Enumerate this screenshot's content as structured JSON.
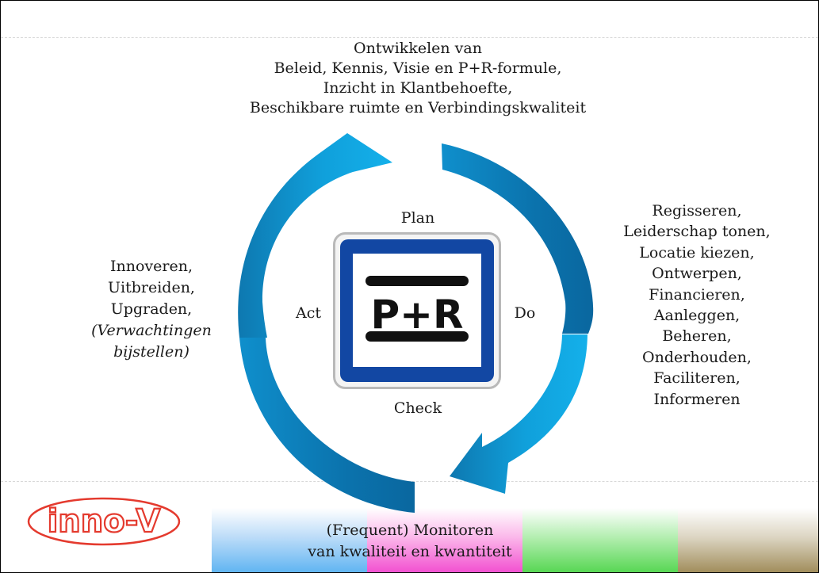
{
  "plan_text": [
    "Ontwikkelen van",
    "Beleid, Kennis, Visie en P+R-formule,",
    "Inzicht in Klantbehoefte,",
    "Beschikbare ruimte en Verbindingskwaliteit"
  ],
  "do_text": [
    "Regisseren,",
    "Leiderschap tonen,",
    "Locatie kiezen,",
    "Ontwerpen,",
    "Financieren,",
    "Aanleggen,",
    "Beheren,",
    "Onderhouden,",
    "Faciliteren,",
    "Informeren"
  ],
  "act_text": [
    "Innoveren,",
    "Uitbreiden,",
    "Upgraden,"
  ],
  "act_text_italic": [
    "(Verwachtingen",
    "bijstellen)"
  ],
  "check_text": [
    "(Frequent) Monitoren",
    "van kwaliteit en kwantiteit"
  ],
  "cycle_labels": {
    "plan": "Plan",
    "do": "Do",
    "check": "Check",
    "act": "Act"
  },
  "sign": {
    "text": "P+R"
  },
  "logo": {
    "text": "inno-V"
  },
  "colors": {
    "arrow_light": "#12a9e4",
    "arrow_dark": "#0d6fa5",
    "sign_blue": "#1247a3",
    "logo_red": "#e43a2e",
    "stripe_blue": "#5fb4f2",
    "stripe_magenta": "#f24fd0",
    "stripe_green": "#56d652",
    "stripe_brown": "#a08c5a"
  }
}
